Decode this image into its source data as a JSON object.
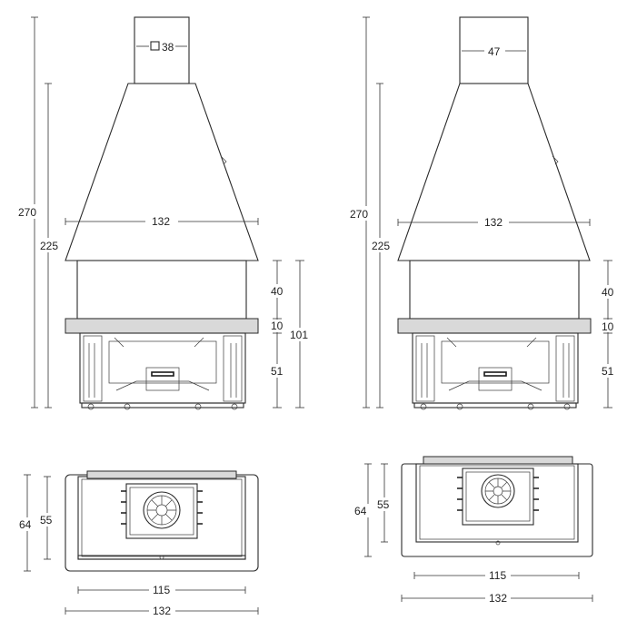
{
  "front_views": [
    {
      "flue_label": "38",
      "flue_shape": "square",
      "total_height": "270",
      "hood_height": "225",
      "width": "132",
      "seg_upper": "40",
      "seg_mid": "10",
      "seg_lower": "51",
      "base_total": "101"
    },
    {
      "flue_label": "47",
      "flue_shape": "rectangle",
      "total_height": "270",
      "hood_height": "225",
      "width": "132",
      "seg_upper": "40",
      "seg_mid": "10",
      "seg_lower": "51"
    }
  ],
  "plan_views": [
    {
      "depth_total": "64",
      "depth_inner": "55",
      "width_inner": "115",
      "width_total": "132"
    },
    {
      "depth_total": "64",
      "depth_inner": "55",
      "width_inner": "115",
      "width_total": "132"
    }
  ]
}
